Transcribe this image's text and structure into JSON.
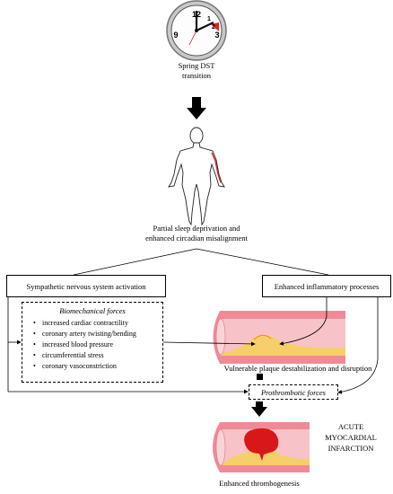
{
  "clock": {
    "hours": [
      "12",
      "1",
      "2",
      "3",
      "9"
    ]
  },
  "top_label": {
    "line1": "Spring DST",
    "line2": "transition"
  },
  "sleep_label": {
    "line1": "Partial sleep deprivation and",
    "line2": "enhanced circadian misalignment"
  },
  "left_box": {
    "label": "Sympathetic nervous system activation"
  },
  "right_box": {
    "label": "Enhanced inflammatory processes"
  },
  "forces_box": {
    "title": "Biomechanical forces",
    "items": [
      "increased cardiac contractility",
      "coronary artery twisting/bending",
      "increased blood pressure",
      "circumferential stress",
      "coronary vasoconstriction"
    ]
  },
  "plaque_label": "Vulnerable plaque destabilization and disruption",
  "prothrombotic_label": "Prothrombotic forces",
  "outcome": {
    "line1": "ACUTE",
    "line2": "MYOCARDIAL",
    "line3": "INFARCTION"
  },
  "thrombo_label": "Enhanced thrombogenesis",
  "colors": {
    "vessel_outer": "#f08a98",
    "vessel_inner": "#f7c3c8",
    "plaque": "#f6cf6a",
    "thrombus": "#d81818"
  }
}
